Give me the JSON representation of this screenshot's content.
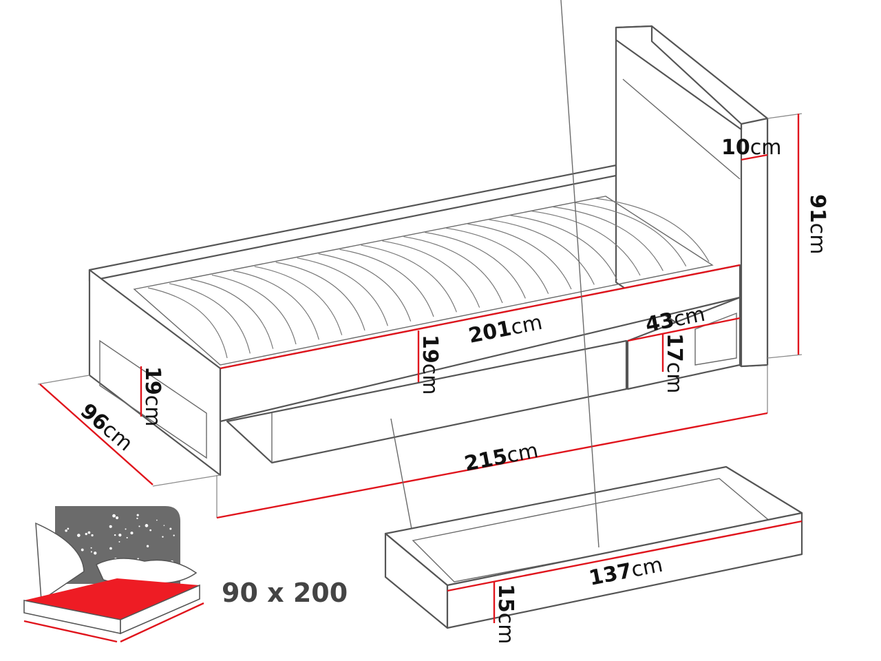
{
  "dimensions": {
    "headboard_thickness": {
      "value": "10",
      "unit": "cm"
    },
    "headboard_height": {
      "value": "91",
      "unit": "cm"
    },
    "frame_length": {
      "value": "201",
      "unit": "cm"
    },
    "side_rail_height": {
      "value": "19",
      "unit": "cm"
    },
    "end_panel_height": {
      "value": "19",
      "unit": "cm"
    },
    "shelf_width": {
      "value": "43",
      "unit": "cm"
    },
    "shelf_height": {
      "value": "17",
      "unit": "cm"
    },
    "total_width": {
      "value": "96",
      "unit": "cm"
    },
    "total_length": {
      "value": "215",
      "unit": "cm"
    },
    "drawer_length": {
      "value": "137",
      "unit": "cm"
    },
    "drawer_height": {
      "value": "15",
      "unit": "cm"
    }
  },
  "mattress_size": {
    "label": "90 x 200"
  },
  "colors": {
    "dimension_line": "#e0141c",
    "mattress": "#ee1c24",
    "night_sky": "#6b6b6b",
    "outline": "#555555"
  },
  "icons": {
    "mattress": "mattress-icon",
    "stars": "night-sky-icon"
  }
}
